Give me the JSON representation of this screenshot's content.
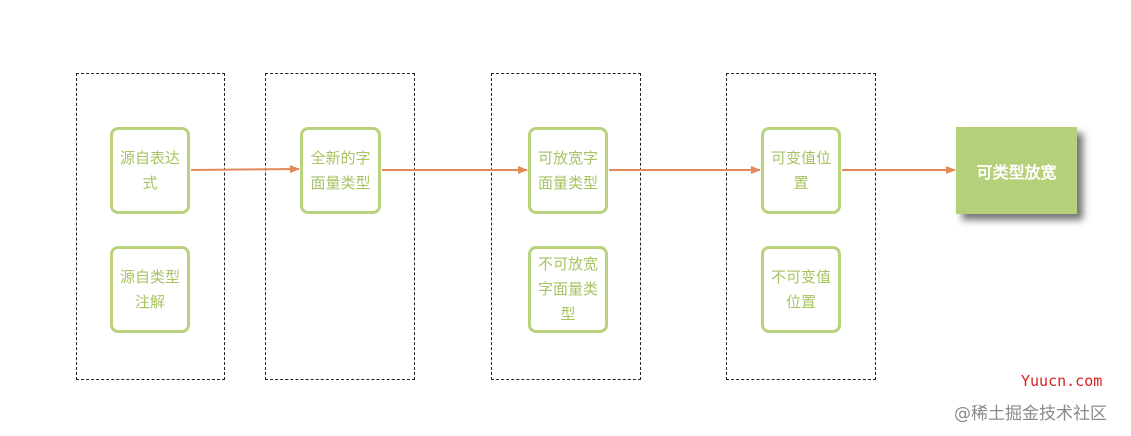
{
  "nodes": {
    "source_expression": "源自表达\n式",
    "source_type_annotation": "源自类型\n注解",
    "fresh_literal_type": "全新的字\n面量类型",
    "widenable_literal_type": "可放宽字\n面量类型",
    "non_widenable_literal_type": "不可放宽\n字面量类\n型",
    "mutable_position": "可变值位\n置",
    "immutable_position": "不可变值\n位置",
    "widenable_type": "可类型放宽"
  },
  "watermark": {
    "site": "Yuucn.com",
    "community": "@稀土掘金技术社区"
  },
  "colors": {
    "node_border": "#b9d27d",
    "node_text": "#a7c464",
    "final_fill": "#b5d07a",
    "arrow": "#e2895a"
  }
}
